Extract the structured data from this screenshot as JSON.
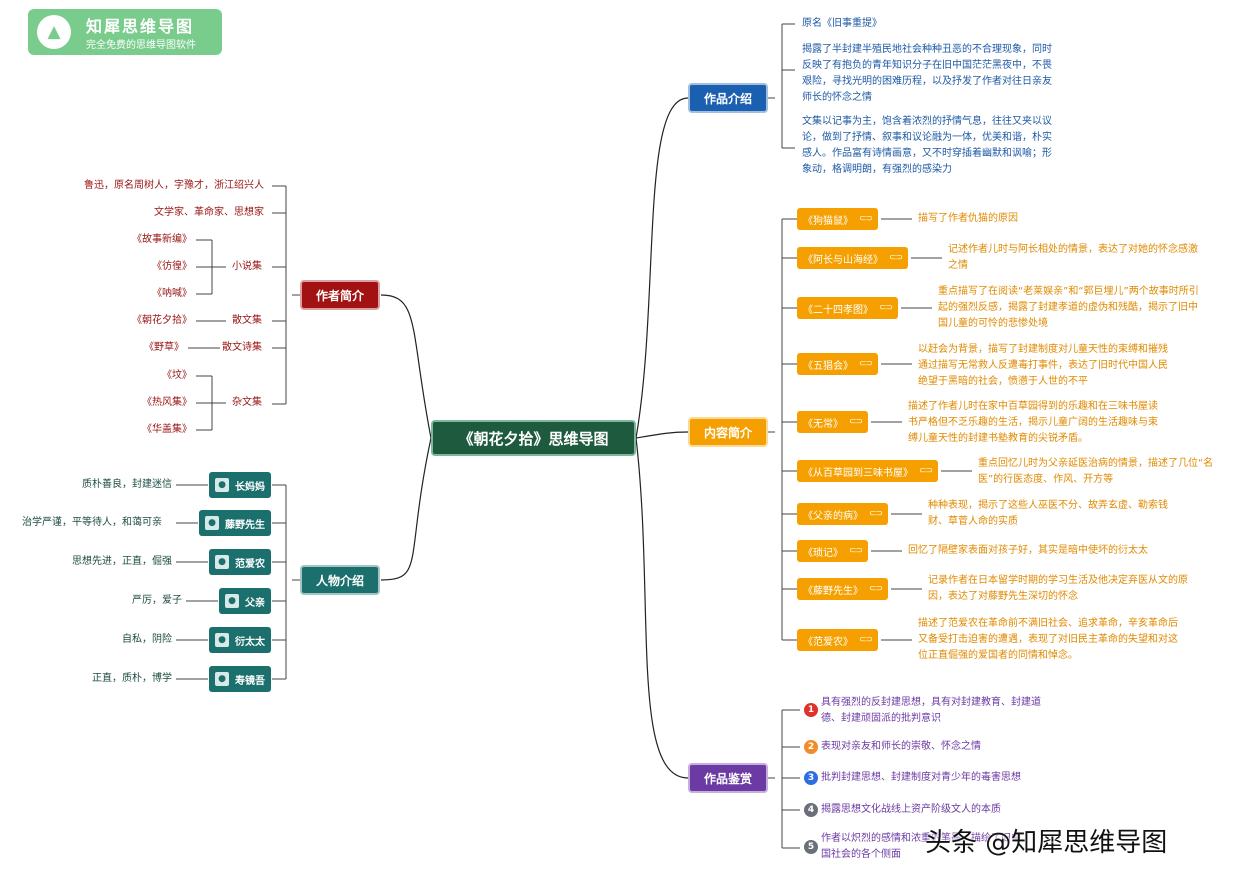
{
  "brand": {
    "name": "知犀思维导图",
    "tagline": "完全免费的思维导图软件",
    "icon": "rhino-icon"
  },
  "center": {
    "title": "《朝花夕拾》思维导图"
  },
  "author": {
    "label": "作者简介",
    "items": [
      "鲁迅，原名周树人，字豫才，浙江绍兴人",
      "文学家、革命家、思想家"
    ],
    "novels": {
      "label": "小说集",
      "items": [
        "《故事新编》",
        "《彷徨》",
        "《呐喊》"
      ]
    },
    "prose": {
      "label": "散文集",
      "item": "《朝花夕拾》"
    },
    "poems": {
      "label": "散文诗集",
      "item": "《野草》"
    },
    "essays": {
      "label": "杂文集",
      "items": [
        "《坟》",
        "《热风集》",
        "《华盖集》"
      ]
    }
  },
  "characters": {
    "label": "人物介绍",
    "items": [
      {
        "name": "长妈妈",
        "desc": "质朴善良，封建迷信"
      },
      {
        "name": "藤野先生",
        "desc": "治学严谨，平等待人，和蔼可亲"
      },
      {
        "name": "范爱农",
        "desc": "思想先进，正直，倔强"
      },
      {
        "name": "父亲",
        "desc": "严厉，爱子"
      },
      {
        "name": "衍太太",
        "desc": "自私，阴险"
      },
      {
        "name": "寿镜吾",
        "desc": "正直，质朴，博学"
      }
    ]
  },
  "intro": {
    "label": "作品介绍",
    "p1": "原名《旧事重提》",
    "p2": "揭露了半封建半殖民地社会种种丑恶的不合理现象，同时反映了有抱负的青年知识分子在旧中国茫茫黑夜中，不畏艰险，寻找光明的困难历程，以及抒发了作者对往日亲友师长的怀念之情",
    "p3": "文集以记事为主，饱含着浓烈的抒情气息，往往又夹以议论，做到了抒情、叙事和议论融为一体，优美和谐，朴实感人。作品富有诗情画意，又不时穿插着幽默和讽喻；形象动，格调明朗，有强烈的感染力"
  },
  "content": {
    "label": "内容简介",
    "items": [
      {
        "title": "《狗猫鼠》",
        "desc": "描写了作者仇猫的原因"
      },
      {
        "title": "《阿长与山海经》",
        "desc": "记述作者儿时与阿长相处的情景，表达了对她的怀念感激之情"
      },
      {
        "title": "《二十四孝图》",
        "desc": "重点描写了在阅读“老莱娱亲”和“郭巨埋儿”两个故事时所引起的强烈反感，揭露了封建孝道的虚伪和残酷，揭示了旧中国儿童的可怜的悲惨处境"
      },
      {
        "title": "《五猖会》",
        "desc": "以赶会为背景，描写了封建制度对儿童天性的束缚和摧残通过描写无常救人反遭毒打事件，表达了旧时代中国人民绝望于黑暗的社会，愤懑于人世的不平"
      },
      {
        "title": "《无常》",
        "desc": "描述了作者儿时在家中百草园得到的乐趣和在三味书屋读书严格但不乏乐趣的生活，揭示儿童广阔的生活趣味与束缚儿童天性的封建书塾教育的尖锐矛盾。"
      },
      {
        "title": "《从百草园到三味书屋》",
        "desc": "重点回忆儿时为父亲延医治病的情景，描述了几位“名医”的行医态度、作风、开方等"
      },
      {
        "title": "《父亲的病》",
        "desc": "种种表现，揭示了这些人巫医不分、故弄玄虚、勒索钱财、草菅人命的实质"
      },
      {
        "title": "《琐记》",
        "desc": "回忆了隔壁家表面对孩子好，其实是暗中使坏的衍太太"
      },
      {
        "title": "《藤野先生》",
        "desc": "记录作者在日本留学时期的学习生活及他决定弃医从文的原因，表达了对藤野先生深切的怀念"
      },
      {
        "title": "《范爱农》",
        "desc": "描述了范爱农在革命前不满旧社会、追求革命，辛亥革命后又备受打击迫害的遭遇，表现了对旧民主革命的失望和对这位正直倔强的爱国者的同情和悼念。"
      }
    ]
  },
  "appreciation": {
    "label": "作品鉴赏",
    "items": [
      {
        "n": "1",
        "color": "#e0312b",
        "text": "具有强烈的反封建思想，具有对封建教育、封建道德、封建顽固派的批判意识"
      },
      {
        "n": "2",
        "color": "#f08c2c",
        "text": "表现对亲友和师长的崇敬、怀念之情"
      },
      {
        "n": "3",
        "color": "#2f6ee0",
        "text": "批判封建思想、封建制度对青少年的毒害思想"
      },
      {
        "n": "4",
        "color": "#6b6f7a",
        "text": "揭露思想文化战线上资产阶级文人的本质"
      },
      {
        "n": "5",
        "color": "#6b6f7a",
        "text": "作者以炽烈的感情和浓重的笔墨，描绘了旧中国社会的各个侧面"
      }
    ]
  },
  "watermark": "头条 @知犀思维导图",
  "colors": {
    "author": "#a31212",
    "characters": "#1b6f6c",
    "intro": "#1b5fb0",
    "content": "#f5a000",
    "appreciation": "#6b3aa3",
    "center": "#1e5a3e"
  }
}
